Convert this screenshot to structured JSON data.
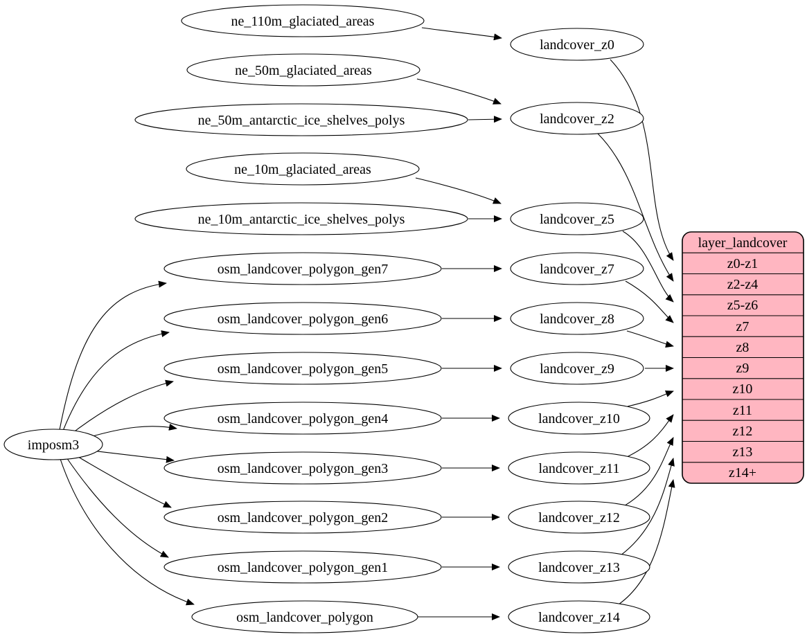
{
  "graph": {
    "root": {
      "label": "imposm3"
    },
    "sources": [
      {
        "label": "ne_110m_glaciated_areas"
      },
      {
        "label": "ne_50m_glaciated_areas"
      },
      {
        "label": "ne_50m_antarctic_ice_shelves_polys"
      },
      {
        "label": "ne_10m_glaciated_areas"
      },
      {
        "label": "ne_10m_antarctic_ice_shelves_polys"
      },
      {
        "label": "osm_landcover_polygon_gen7"
      },
      {
        "label": "osm_landcover_polygon_gen6"
      },
      {
        "label": "osm_landcover_polygon_gen5"
      },
      {
        "label": "osm_landcover_polygon_gen4"
      },
      {
        "label": "osm_landcover_polygon_gen3"
      },
      {
        "label": "osm_landcover_polygon_gen2"
      },
      {
        "label": "osm_landcover_polygon_gen1"
      },
      {
        "label": "osm_landcover_polygon"
      }
    ],
    "stages": [
      {
        "label": "landcover_z0"
      },
      {
        "label": "landcover_z2"
      },
      {
        "label": "landcover_z5"
      },
      {
        "label": "landcover_z7"
      },
      {
        "label": "landcover_z8"
      },
      {
        "label": "landcover_z9"
      },
      {
        "label": "landcover_z10"
      },
      {
        "label": "landcover_z11"
      },
      {
        "label": "landcover_z12"
      },
      {
        "label": "landcover_z13"
      },
      {
        "label": "landcover_z14"
      }
    ],
    "table": {
      "title": "layer_landcover",
      "rows": [
        "z0-z1",
        "z2-z4",
        "z5-z6",
        "z7",
        "z8",
        "z9",
        "z10",
        "z11",
        "z12",
        "z13",
        "z14+"
      ]
    },
    "colors": {
      "table_fill": "#ffb6c1",
      "node_fill": "#ffffff",
      "stroke": "#000000"
    },
    "edges": [
      {
        "from": "imposm3",
        "to": "osm_landcover_polygon_gen7"
      },
      {
        "from": "imposm3",
        "to": "osm_landcover_polygon_gen6"
      },
      {
        "from": "imposm3",
        "to": "osm_landcover_polygon_gen5"
      },
      {
        "from": "imposm3",
        "to": "osm_landcover_polygon_gen4"
      },
      {
        "from": "imposm3",
        "to": "osm_landcover_polygon_gen3"
      },
      {
        "from": "imposm3",
        "to": "osm_landcover_polygon_gen2"
      },
      {
        "from": "imposm3",
        "to": "osm_landcover_polygon_gen1"
      },
      {
        "from": "imposm3",
        "to": "osm_landcover_polygon"
      },
      {
        "from": "ne_110m_glaciated_areas",
        "to": "landcover_z0"
      },
      {
        "from": "ne_50m_glaciated_areas",
        "to": "landcover_z2"
      },
      {
        "from": "ne_50m_antarctic_ice_shelves_polys",
        "to": "landcover_z2"
      },
      {
        "from": "ne_10m_glaciated_areas",
        "to": "landcover_z5"
      },
      {
        "from": "ne_10m_antarctic_ice_shelves_polys",
        "to": "landcover_z5"
      },
      {
        "from": "osm_landcover_polygon_gen7",
        "to": "landcover_z7"
      },
      {
        "from": "osm_landcover_polygon_gen6",
        "to": "landcover_z8"
      },
      {
        "from": "osm_landcover_polygon_gen5",
        "to": "landcover_z9"
      },
      {
        "from": "osm_landcover_polygon_gen4",
        "to": "landcover_z10"
      },
      {
        "from": "osm_landcover_polygon_gen3",
        "to": "landcover_z11"
      },
      {
        "from": "osm_landcover_polygon_gen2",
        "to": "landcover_z12"
      },
      {
        "from": "osm_landcover_polygon_gen1",
        "to": "landcover_z13"
      },
      {
        "from": "osm_landcover_polygon",
        "to": "landcover_z14"
      },
      {
        "from": "landcover_z0",
        "to": "layer_landcover.z0-z1"
      },
      {
        "from": "landcover_z2",
        "to": "layer_landcover.z2-z4"
      },
      {
        "from": "landcover_z5",
        "to": "layer_landcover.z5-z6"
      },
      {
        "from": "landcover_z7",
        "to": "layer_landcover.z7"
      },
      {
        "from": "landcover_z8",
        "to": "layer_landcover.z8"
      },
      {
        "from": "landcover_z9",
        "to": "layer_landcover.z9"
      },
      {
        "from": "landcover_z10",
        "to": "layer_landcover.z10"
      },
      {
        "from": "landcover_z11",
        "to": "layer_landcover.z11"
      },
      {
        "from": "landcover_z12",
        "to": "layer_landcover.z12"
      },
      {
        "from": "landcover_z13",
        "to": "layer_landcover.z13"
      },
      {
        "from": "landcover_z14",
        "to": "layer_landcover.z14+"
      }
    ]
  }
}
